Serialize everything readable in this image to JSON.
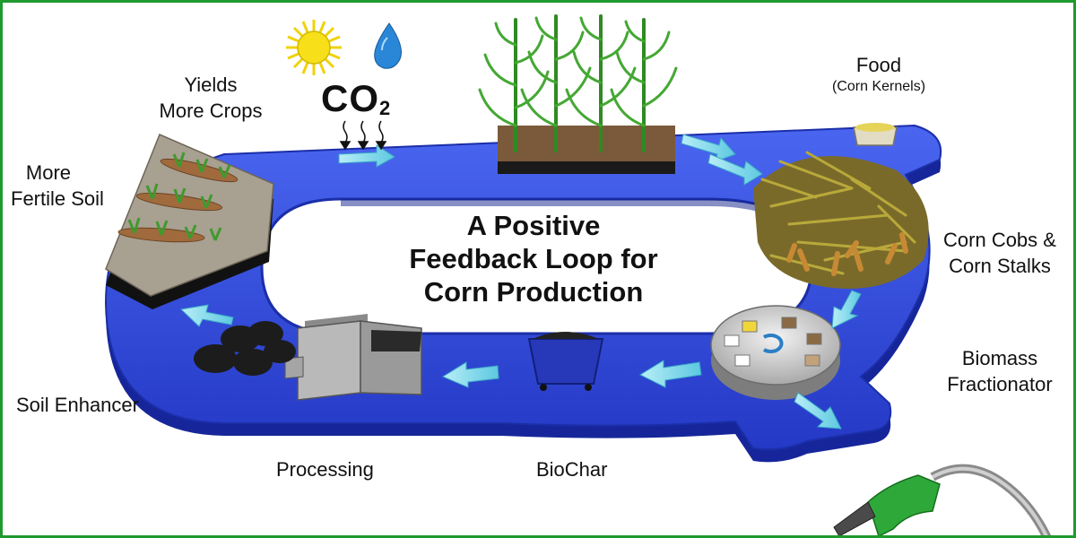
{
  "title_lines": [
    "A Positive",
    "Feedback Loop for",
    "Corn Production"
  ],
  "co2": {
    "main": "CO",
    "sub": "2"
  },
  "labels": {
    "yields": [
      "Yields",
      "More Crops"
    ],
    "fertile": [
      "More",
      "Fertile Soil"
    ],
    "food": "Food",
    "food_sub": "(Corn Kernels)",
    "cobs": [
      "Corn Cobs &",
      "Corn Stalks"
    ],
    "fractionator": [
      "Biomass",
      "Fractionator"
    ],
    "soil_enhancer": "Soil Enhancer",
    "processing": "Processing",
    "biochar": "BioChar"
  },
  "colors": {
    "track": "#2b46d8",
    "track_dark": "#16269a",
    "arrow": "#7fd9ea",
    "soil": "#7a5a3a",
    "plant": "#3f9a2e",
    "nozzle": "#2fa83a",
    "frame": "#1f9a2e"
  },
  "icons": [
    "sun-icon",
    "water-drop-icon",
    "fuel-nozzle-icon"
  ]
}
